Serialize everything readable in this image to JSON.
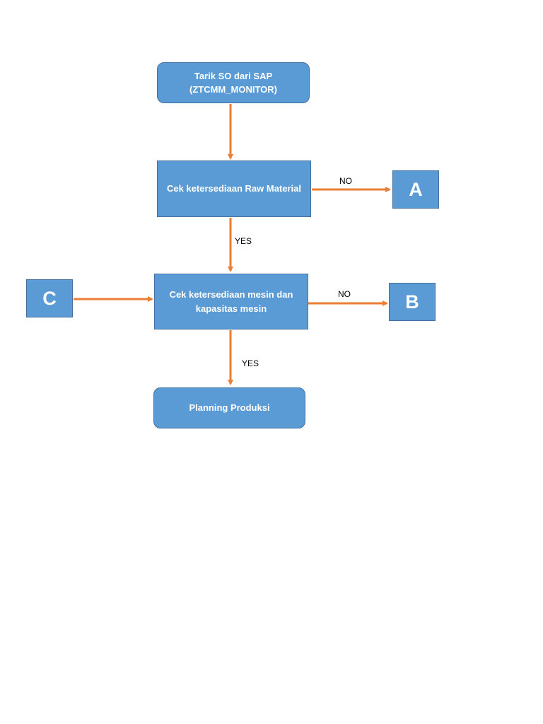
{
  "colors": {
    "node_fill": "#5b9bd5",
    "node_border": "#41719c",
    "arrow": "#ed7d31",
    "text": "#ffffff"
  },
  "nodes": {
    "start": {
      "label": "Tarik SO dari SAP\n(ZTCMM_MONITOR)"
    },
    "raw_material": {
      "label": "Cek ketersediaan Raw Material"
    },
    "machine": {
      "label": "Cek ketersediaan mesin dan\nkapasitas mesin"
    },
    "planning": {
      "label": "Planning Produksi"
    },
    "connector_a": {
      "label": "A"
    },
    "connector_b": {
      "label": "B"
    },
    "connector_c": {
      "label": "C"
    }
  },
  "edges": [
    {
      "from": "start",
      "to": "raw_material",
      "label": ""
    },
    {
      "from": "raw_material",
      "to": "connector_a",
      "label": "NO"
    },
    {
      "from": "raw_material",
      "to": "machine",
      "label": "YES"
    },
    {
      "from": "connector_c",
      "to": "machine",
      "label": ""
    },
    {
      "from": "machine",
      "to": "connector_b",
      "label": "NO"
    },
    {
      "from": "machine",
      "to": "planning",
      "label": "YES"
    }
  ]
}
